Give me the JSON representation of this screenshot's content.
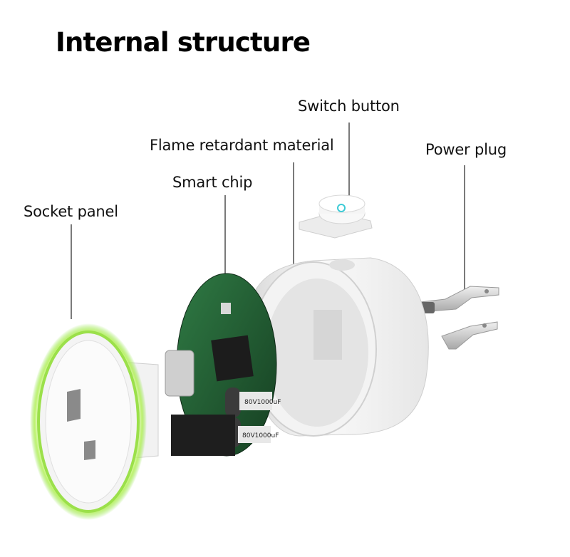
{
  "title": "Internal structure",
  "labels": {
    "switch_button": "Switch button",
    "flame_retardant": "Flame retardant material",
    "power_plug": "Power plug",
    "smart_chip": "Smart chip",
    "socket_panel": "Socket panel"
  },
  "capacitor_text": "80V1000uF",
  "colors": {
    "ring_glow": "#8ff03a",
    "pcb": "#1f5e32",
    "relay": "#222222",
    "housing": "#f4f4f4"
  }
}
